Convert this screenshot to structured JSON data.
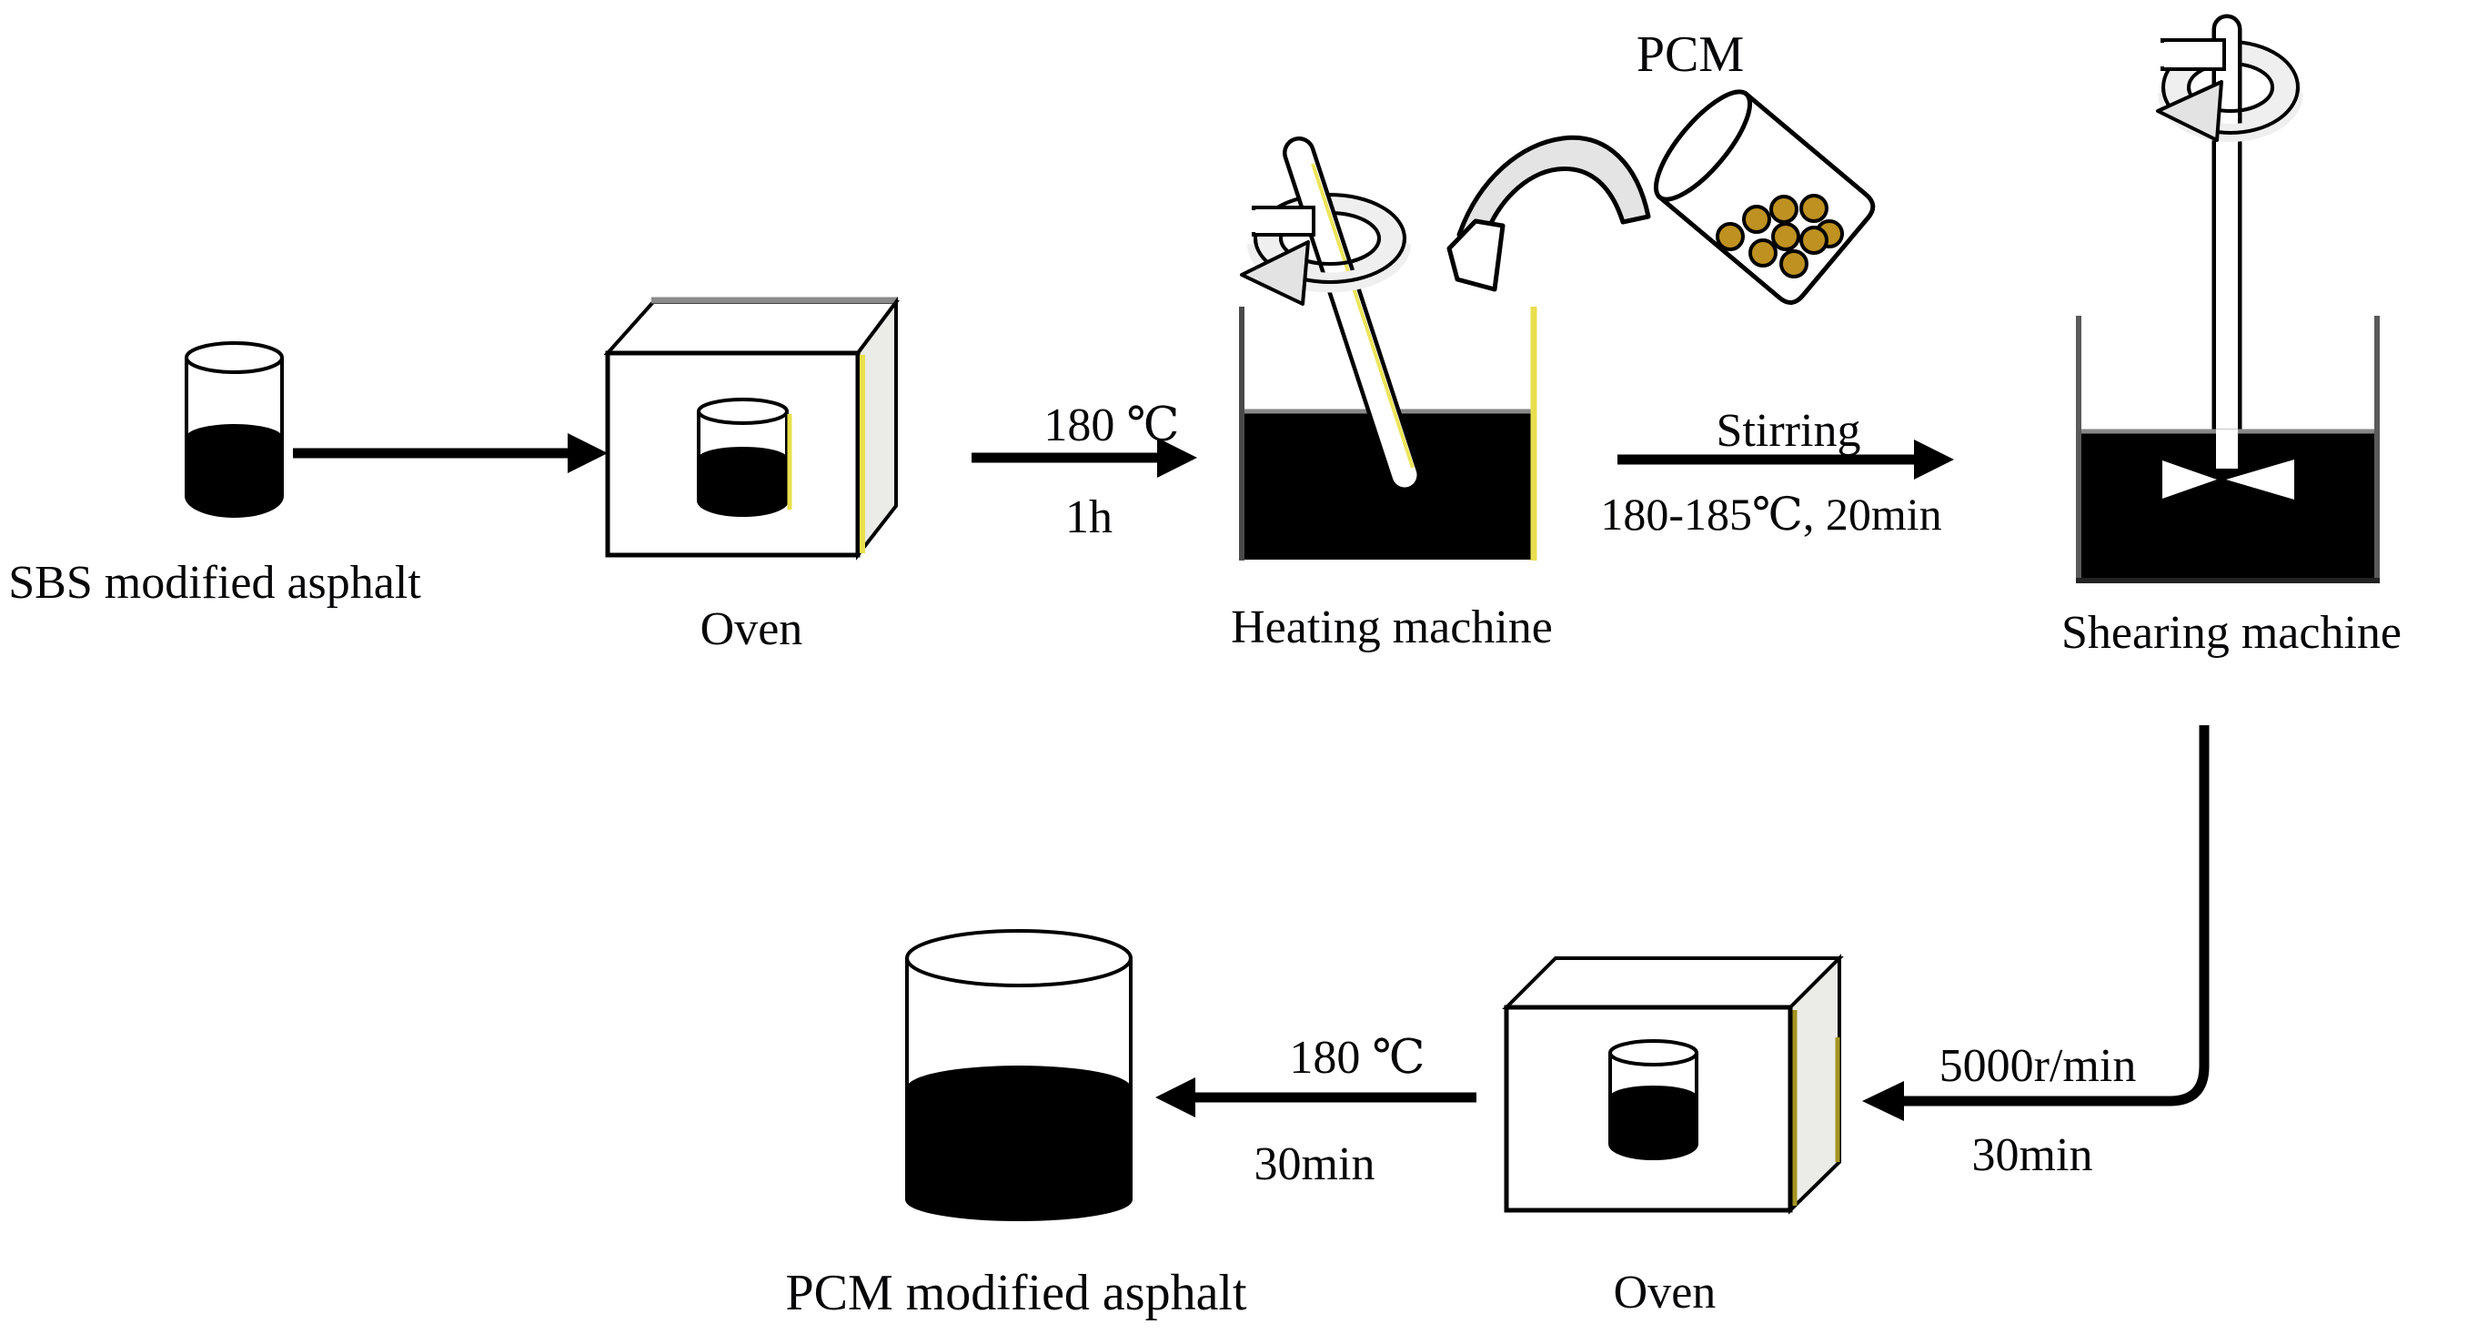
{
  "diagram": {
    "nodes": {
      "sbs_beaker": {
        "label": "SBS modified asphalt"
      },
      "oven1": {
        "label": "Oven"
      },
      "heating": {
        "label": "Heating machine"
      },
      "pcm_cup": {
        "label": "PCM"
      },
      "shearing": {
        "label": "Shearing machine"
      },
      "oven2": {
        "label": "Oven"
      },
      "pcm_beaker": {
        "label": "PCM modified asphalt"
      }
    },
    "arrows": {
      "oven1_to_heating": {
        "top": "180 ℃",
        "bottom": "1h"
      },
      "heating_to_shearing": {
        "top": "Stirring",
        "bottom": "180-185℃, 20min"
      },
      "shearing_to_oven2": {
        "top": "5000r/min",
        "bottom": "30min"
      },
      "oven2_to_beaker": {
        "top": "180 ℃",
        "bottom": "30min"
      }
    },
    "colors": {
      "line": "#000000",
      "liquid": "#000000",
      "oven_side_face": "#ebebe8",
      "yellow_accent": "#e8e04c",
      "olive_accent": "#a39420",
      "rotation_band_gray": "#e4e4e4",
      "pcm_particle": "#be9120",
      "wall_gray": "#5a5a5a"
    }
  }
}
